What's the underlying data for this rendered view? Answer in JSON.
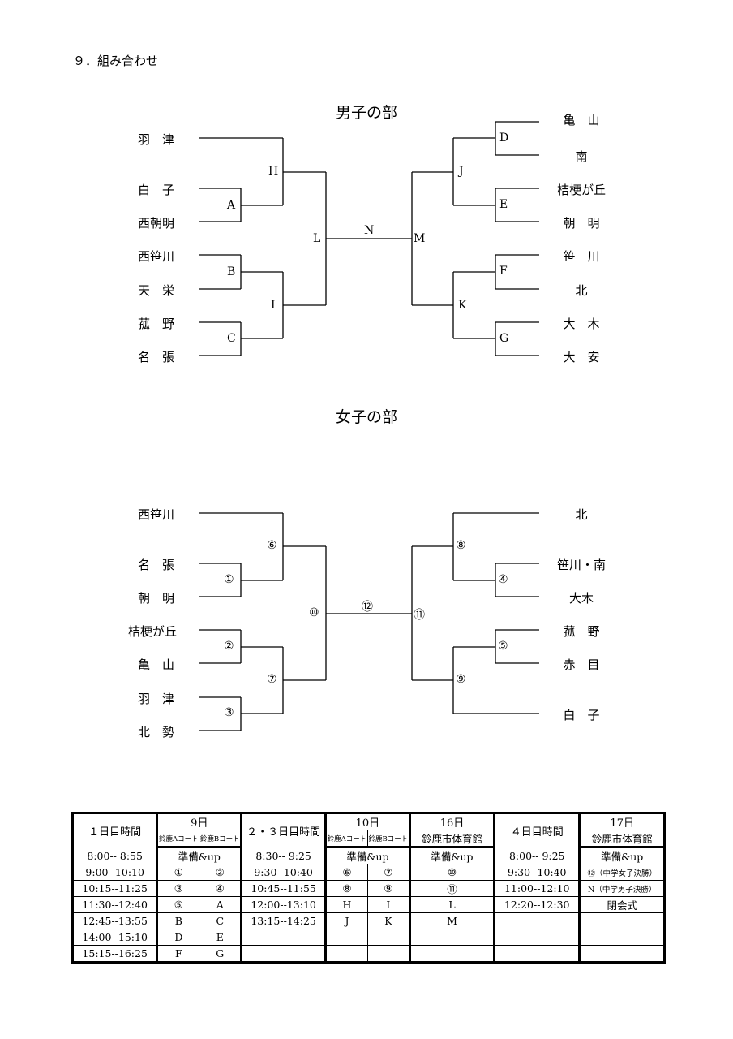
{
  "heading": "９．組み合わせ",
  "boys": {
    "title": "男子の部",
    "left_teams": [
      "羽　津",
      "白　子",
      "西朝明",
      "西笹川",
      "天　栄",
      "菰　野",
      "名　張"
    ],
    "right_teams": [
      "亀　山",
      "南",
      "桔梗が丘",
      "朝　明",
      "笹　川",
      "北",
      "大　木",
      "大　安"
    ],
    "labels": {
      "A": "A",
      "B": "B",
      "C": "C",
      "D": "D",
      "E": "E",
      "F": "F",
      "G": "G",
      "H": "H",
      "I": "I",
      "J": "J",
      "K": "K",
      "L": "L",
      "M": "M",
      "N": "N"
    }
  },
  "girls": {
    "title": "女子の部",
    "left_teams": [
      "西笹川",
      "名　張",
      "朝　明",
      "桔梗が丘",
      "亀　山",
      "羽　津",
      "北　勢"
    ],
    "right_teams": [
      "北",
      "笹川・南",
      "大木",
      "菰　野",
      "赤　目",
      "白　子"
    ],
    "labels": {
      "m1": "①",
      "m2": "②",
      "m3": "③",
      "m4": "④",
      "m5": "⑤",
      "m6": "⑥",
      "m7": "⑦",
      "m8": "⑧",
      "m9": "⑨",
      "m10": "⑩",
      "m11": "⑪",
      "m12": "⑫"
    }
  },
  "schedule": {
    "h_day1": "１日目時間",
    "h_9": "9日",
    "h_a": "鈴鹿Aコート",
    "h_b": "鈴鹿Bコート",
    "h_day23": "２・３日目時間",
    "h_10": "10日",
    "h_16": "16日",
    "h_venue": "鈴鹿市体育館",
    "h_day4": "４日目時間",
    "h_17": "17日",
    "warmup": "準備&up",
    "d1_times": [
      "8:00-- 8:55",
      "9:00--10:10",
      "10:15--11:25",
      "11:30--12:40",
      "12:45--13:55",
      "14:00--15:10",
      "15:15--16:25"
    ],
    "d9_a": [
      "①",
      "③",
      "⑤",
      "B",
      "D",
      "F"
    ],
    "d9_b": [
      "②",
      "④",
      "A",
      "C",
      "E",
      "G"
    ],
    "d23_times": [
      "8:30-- 9:25",
      "9:30--10:40",
      "10:45--11:55",
      "12:00--13:10",
      "13:15--14:25"
    ],
    "d10_a": [
      "⑥",
      "⑧",
      "H",
      "J"
    ],
    "d10_b": [
      "⑦",
      "⑨",
      "I",
      "K"
    ],
    "d16": [
      "⑩",
      "⑪",
      "L",
      "M"
    ],
    "d4_times": [
      "8:00-- 9:25",
      "9:30--10:40",
      "11:00--12:10",
      "12:20--12:30"
    ],
    "d17": [
      "⑫（中学女子決勝）",
      "N（中学男子決勝）",
      "閉会式"
    ]
  }
}
